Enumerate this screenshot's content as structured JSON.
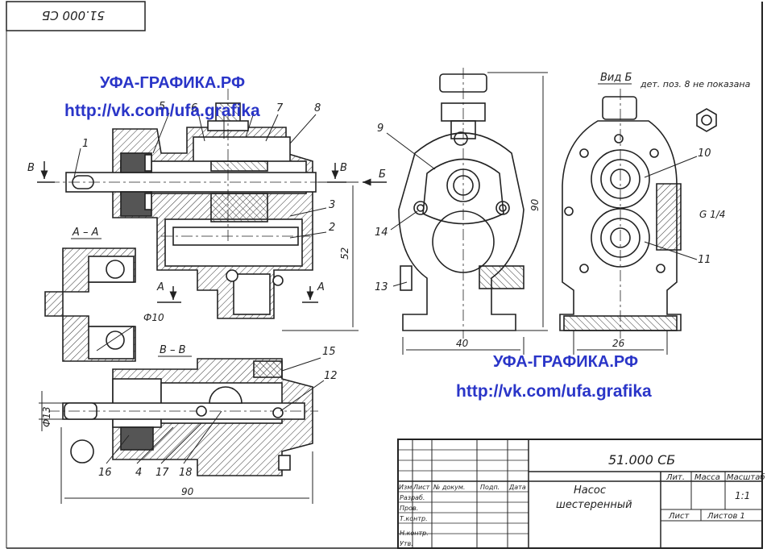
{
  "stamp": {
    "code_rotated": "51.000 СБ"
  },
  "watermarks": {
    "top_title": "УФА-ГРАФИКА.РФ",
    "top_url": "http://vk.com/ufa.grafika",
    "bottom_title": "УФА-ГРАФИКА.РФ",
    "bottom_url": "http://vk.com/ufa.grafika"
  },
  "views": {
    "section_a": "А – А",
    "section_b": "В – В",
    "view_b": "Вид Б",
    "note": "дет. поз. 8 не показана"
  },
  "callouts": [
    "1",
    "2",
    "3",
    "4",
    "5",
    "6",
    "7",
    "8",
    "9",
    "10",
    "11",
    "12",
    "13",
    "14",
    "15",
    "16",
    "17",
    "18"
  ],
  "markers": {
    "b_left": "В",
    "b_right": "В",
    "arrow_b": "Б",
    "a_left": "А",
    "a_right": "А"
  },
  "dimensions": {
    "d52": "52",
    "d90_vertical": "90",
    "d40": "40",
    "d26": "26",
    "d90_horizontal": "90",
    "phi10": "Ф10",
    "phi13": "Ф13",
    "thread": "G 1/4"
  },
  "title_block": {
    "designation": "51.000 СБ",
    "name_line1": "Насос",
    "name_line2": "шестеренный",
    "col_lit": "Лит.",
    "col_mass": "Масса",
    "col_scale": "Масштаб",
    "scale": "1:1",
    "sheet": "Лист",
    "sheets": "Листов 1",
    "h_izm": "Изм",
    "h_list": "Лист",
    "h_doc": "№ докум.",
    "h_sign": "Подп.",
    "h_date": "Дата",
    "r_razrab": "Разраб.",
    "r_prov": "Пров.",
    "r_tkontr": "Т.контр.",
    "r_nkontr": "Н.контр.",
    "r_utv": "Утв."
  }
}
